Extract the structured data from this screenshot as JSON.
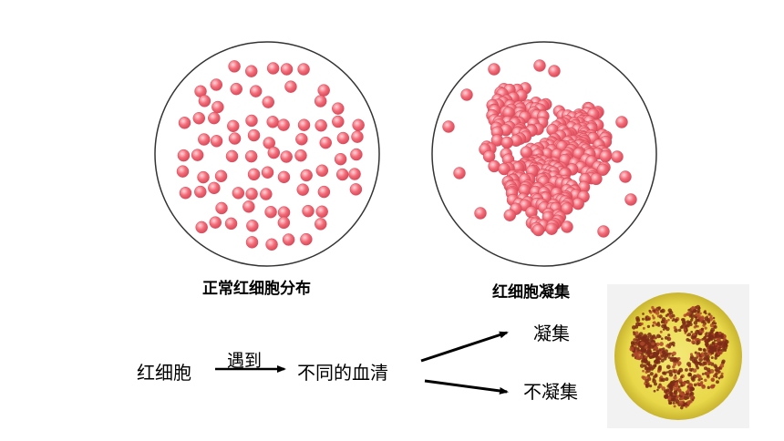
{
  "panels": {
    "normal_caption": "正常红细胞分布",
    "agglutinated_caption": "红细胞凝集"
  },
  "flow": {
    "source": "红细胞",
    "arrow_label": "遇到",
    "middle": "不同的血清",
    "outcome_top": "凝集",
    "outcome_bottom": "不凝集"
  },
  "colors": {
    "cell_fill": "#f26b78",
    "cell_highlight": "#ffd6da",
    "cell_edge": "#d94b5a",
    "photo_background": "#e9d84a",
    "photo_clump": "#7a2a16"
  }
}
